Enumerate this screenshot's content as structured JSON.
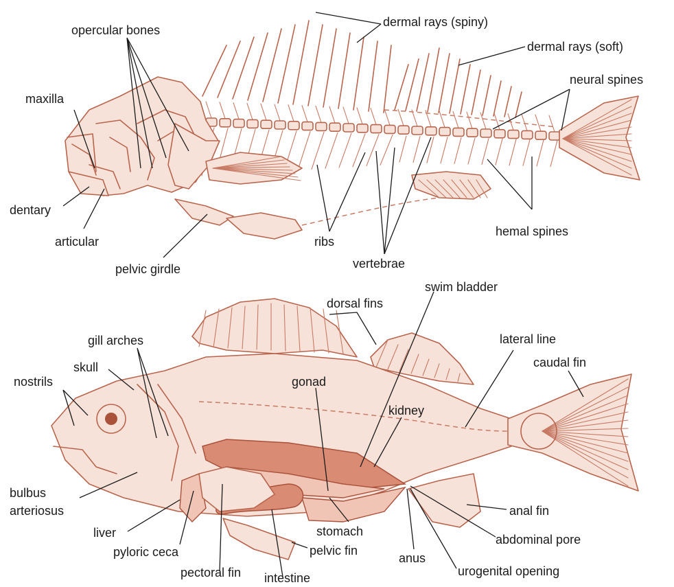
{
  "skeleton_labels": {
    "opercular_bones": "opercular bones",
    "dermal_rays_spiny": "dermal rays (spiny)",
    "dermal_rays_soft": "dermal rays (soft)",
    "neural_spines": "neural spines",
    "maxilla": "maxilla",
    "dentary": "dentary",
    "articular": "articular",
    "pelvic_girdle": "pelvic girdle",
    "ribs": "ribs",
    "vertebrae": "vertebrae",
    "hemal_spines": "hemal spines"
  },
  "anatomy_labels": {
    "swim_bladder": "swim bladder",
    "dorsal_fins": "dorsal fins",
    "lateral_line": "lateral line",
    "caudal_fin": "caudal fin",
    "gill_arches": "gill arches",
    "skull": "skull",
    "nostrils": "nostrils",
    "gonad": "gonad",
    "kidney": "kidney",
    "bulbus": "bulbus",
    "arteriosus": "arteriosus",
    "liver": "liver",
    "pyloric_ceca": "pyloric ceca",
    "pectoral_fin": "pectoral fin",
    "intestine": "intestine",
    "stomach": "stomach",
    "pelvic_fin": "pelvic fin",
    "anus": "anus",
    "anal_fin": "anal fin",
    "abdominal_pore": "abdominal pore",
    "urogenital_opening": "urogenital opening"
  },
  "colors": {
    "bone_stroke": "#b8654e",
    "organ_fill": "#d98b74",
    "label_text": "#1a1a1a",
    "background": "#ffffff"
  }
}
